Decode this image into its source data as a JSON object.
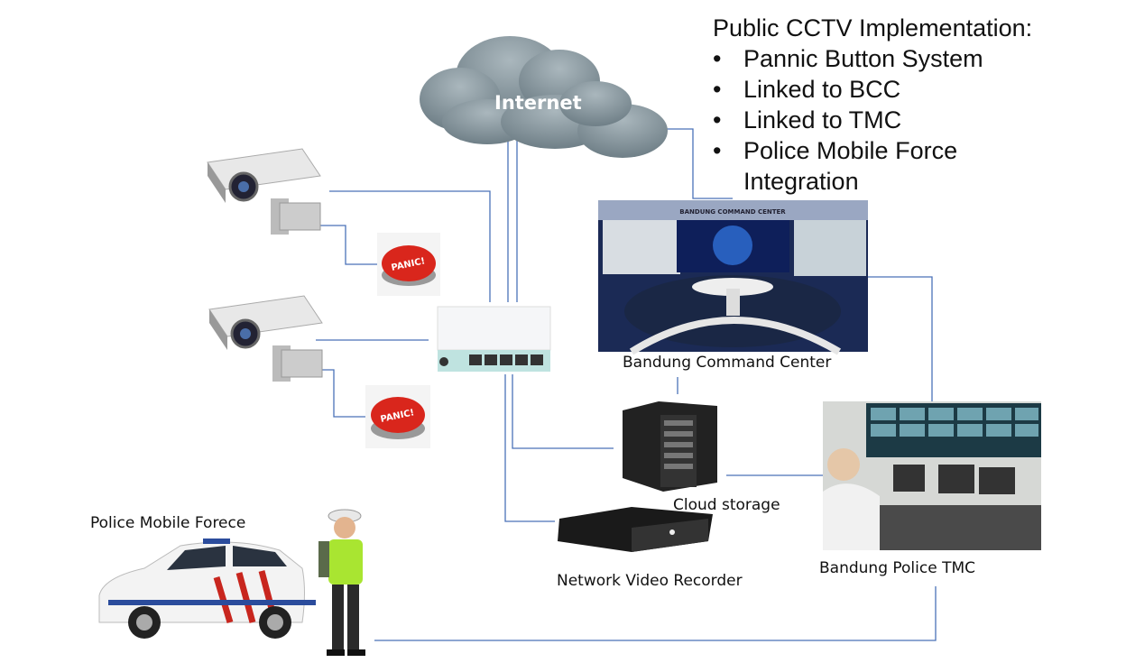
{
  "implementation": {
    "title": "Public CCTV Implementation:",
    "items": [
      "Pannic Button System",
      "Linked to BCC",
      "Linked to  TMC",
      "Police Mobile Force Integration"
    ]
  },
  "cloud": {
    "label": "Internet"
  },
  "panic_buttons": {
    "label": "PANIC!"
  },
  "nodes": {
    "bcc": "Bandung Command Center",
    "bcc_sign": "BANDUNG COMMAND CENTER",
    "storage": "Cloud storage",
    "nvr": "Network Video Recorder",
    "tmc": "Bandung Police TMC",
    "police": "Police Mobile Forece"
  },
  "colors": {
    "connector": "#4a72b8",
    "panic": "#d9261c",
    "bcc_screen": "#0d1a3a"
  }
}
